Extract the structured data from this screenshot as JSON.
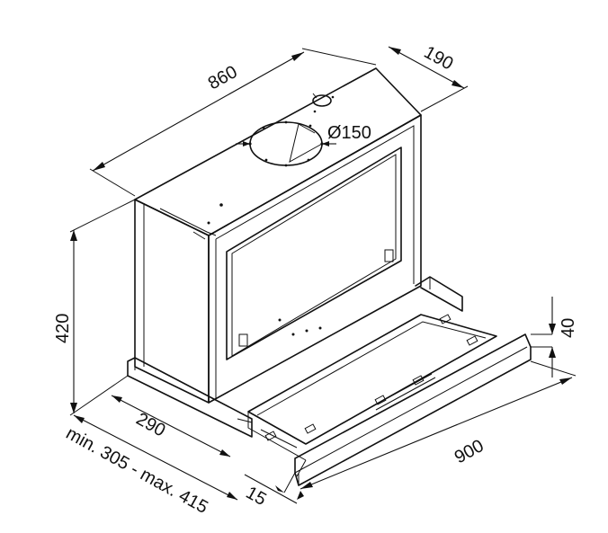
{
  "dimensions": {
    "width_top": "860",
    "depth_top": "190",
    "duct_diameter": "Ø150",
    "height": "420",
    "side_depth": "290",
    "extension_range": "min. 305 - max. 415",
    "front_width": "900",
    "visor_height": "40",
    "visor_offset": "15"
  }
}
